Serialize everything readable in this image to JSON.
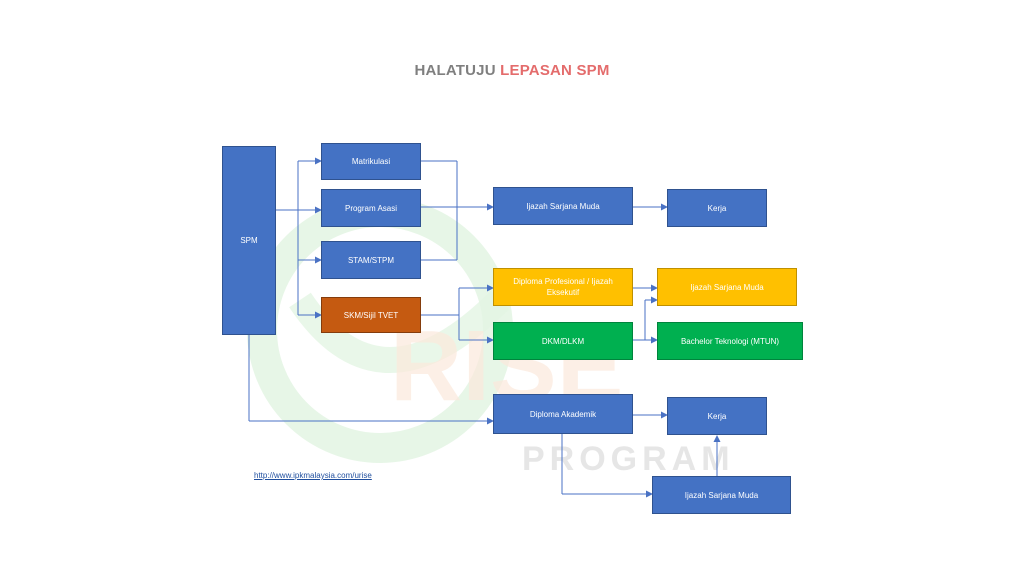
{
  "title": {
    "part1": "HALATUJU ",
    "part2": "LEPASAN SPM"
  },
  "watermark": {
    "word": "RISE",
    "subword": "PROGRAM"
  },
  "nodes": {
    "spm": "SPM",
    "matrikulasi": "Matrikulasi",
    "program_asasi": "Program Asasi",
    "stam_stpm": "STAM/STPM",
    "skm_tvet": "SKM/Sijil TVET",
    "ijazah_1": "Ijazah Sarjana Muda",
    "kerja_1": "Kerja",
    "diploma_profesional": "Diploma Profesional / Ijazah Eksekutif",
    "ijazah_2": "Ijazah Sarjana Muda",
    "dkm_dlkm": "DKM/DLKM",
    "bachelor": "Bachelor Teknologi (MTUN)",
    "diploma_akademik": "Diploma Akademik",
    "kerja_2": "Kerja",
    "ijazah_3": "Ijazah Sarjana Muda"
  },
  "colors": {
    "blue": "#4472c4",
    "orange": "#c55a11",
    "yellow": "#ffc000",
    "green": "#00b050",
    "connector": "#4a72c4"
  },
  "link": "http://www.ipkmalaysia.com/urise"
}
